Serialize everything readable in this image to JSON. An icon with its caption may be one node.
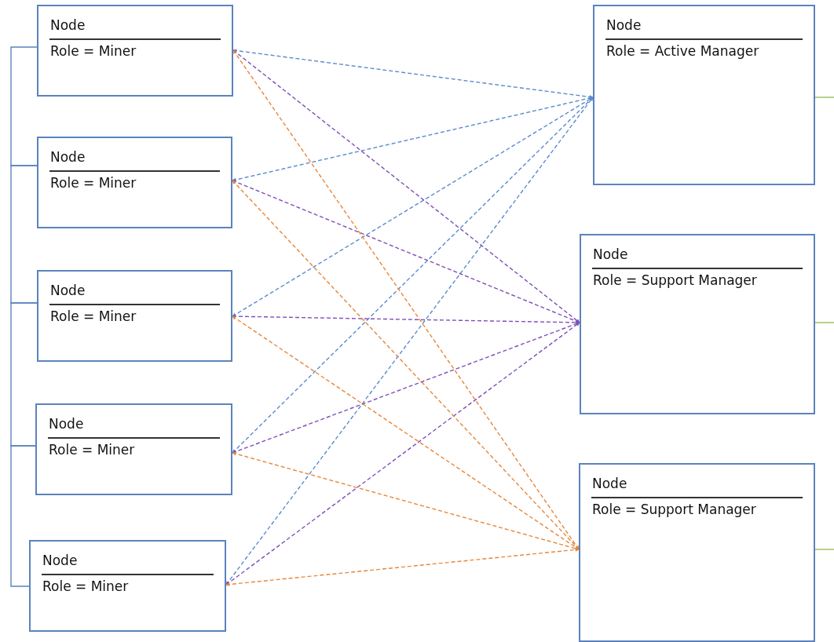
{
  "diagram": {
    "nodes": [
      {
        "text": [
          "Node",
          "Role = Miner"
        ]
      },
      {
        "text": [
          "Node",
          "Role = Miner"
        ]
      },
      {
        "text": [
          "Node",
          "Role = Miner"
        ]
      },
      {
        "text": [
          "Node",
          "Role = Miner"
        ]
      },
      {
        "text": [
          "Node",
          "Role = Miner"
        ]
      },
      {
        "text": [
          "Node",
          "Role = Active Manager"
        ]
      },
      {
        "text": [
          "Node",
          "Role = Support Manager"
        ]
      },
      {
        "text": [
          "Node",
          "Role = Support Manager"
        ]
      }
    ],
    "edges": [
      {
        "from": 0,
        "to": 5,
        "arrow": "both",
        "style": "dashed",
        "color": "#5b8bd0"
      },
      {
        "from": 1,
        "to": 5,
        "arrow": "both",
        "style": "dashed",
        "color": "#5b8bd0"
      },
      {
        "from": 2,
        "to": 5,
        "arrow": "both",
        "style": "dashed",
        "color": "#5b8bd0"
      },
      {
        "from": 3,
        "to": 5,
        "arrow": "both",
        "style": "dashed",
        "color": "#5b8bd0"
      },
      {
        "from": 4,
        "to": 5,
        "arrow": "both",
        "style": "dashed",
        "color": "#5b8bd0"
      },
      {
        "from": 0,
        "to": 6,
        "arrow": "both",
        "style": "dashed",
        "color": "#7e4fb8"
      },
      {
        "from": 1,
        "to": 6,
        "arrow": "both",
        "style": "dashed",
        "color": "#7e4fb8"
      },
      {
        "from": 2,
        "to": 6,
        "arrow": "both",
        "style": "dashed",
        "color": "#7e4fb8"
      },
      {
        "from": 3,
        "to": 6,
        "arrow": "both",
        "style": "dashed",
        "color": "#7e4fb8"
      },
      {
        "from": 4,
        "to": 6,
        "arrow": "both",
        "style": "dashed",
        "color": "#7e4fb8"
      },
      {
        "from": 0,
        "to": 7,
        "arrow": "both",
        "style": "dashed",
        "color": "#e8873a"
      },
      {
        "from": 1,
        "to": 7,
        "arrow": "both",
        "style": "dashed",
        "color": "#e8873a"
      },
      {
        "from": 2,
        "to": 7,
        "arrow": "both",
        "style": "dashed",
        "color": "#e8873a"
      },
      {
        "from": 3,
        "to": 7,
        "arrow": "both",
        "style": "dashed",
        "color": "#e8873a"
      },
      {
        "from": 4,
        "to": 7,
        "arrow": "both",
        "style": "dashed",
        "color": "#e8873a"
      },
      {
        "from": 0,
        "to": 1,
        "arrow": "none"
      },
      {
        "from": 1,
        "to": 2,
        "arrow": "none"
      },
      {
        "from": 2,
        "to": 3,
        "arrow": "none"
      },
      {
        "from": 3,
        "to": 4,
        "arrow": "none"
      },
      {
        "from": 5,
        "to": null,
        "arrow": "none",
        "color": "#9bbb59"
      },
      {
        "from": 6,
        "to": null,
        "arrow": "none",
        "color": "#9bbb59"
      },
      {
        "from": 7,
        "to": null,
        "arrow": "none",
        "color": "#9bbb59"
      }
    ]
  }
}
